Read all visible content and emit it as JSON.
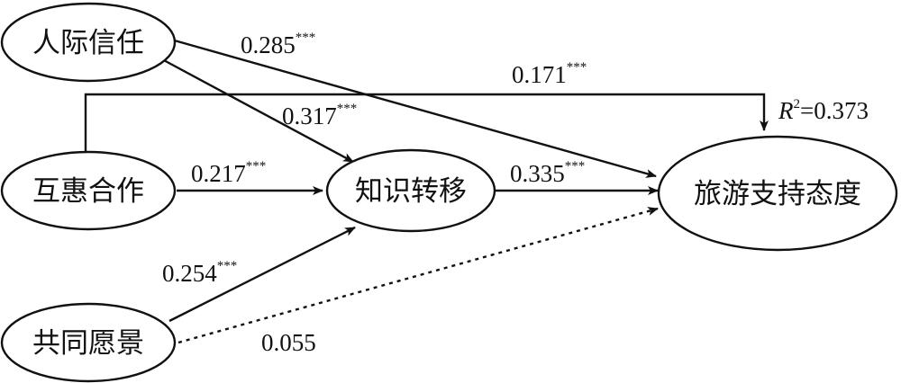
{
  "nodes": {
    "interpersonal_trust": "人际信任",
    "reciprocal_cooperation": "互惠合作",
    "shared_vision": "共同愿景",
    "knowledge_transfer": "知识转移",
    "tourism_support": "旅游支持态度"
  },
  "paths": {
    "trust_to_support": "0.285",
    "trust_to_support_sig": "***",
    "coop_to_support": "0.171",
    "coop_to_support_sig": "***",
    "trust_to_transfer": "0.317",
    "trust_to_transfer_sig": "***",
    "coop_to_transfer": "0.217",
    "coop_to_transfer_sig": "***",
    "transfer_to_support": "0.335",
    "transfer_to_support_sig": "***",
    "vision_to_transfer": "0.254",
    "vision_to_transfer_sig": "***",
    "vision_to_support": "0.055"
  },
  "r_squared": {
    "symbol": "R",
    "superscript": "2",
    "value": "=0.373"
  }
}
